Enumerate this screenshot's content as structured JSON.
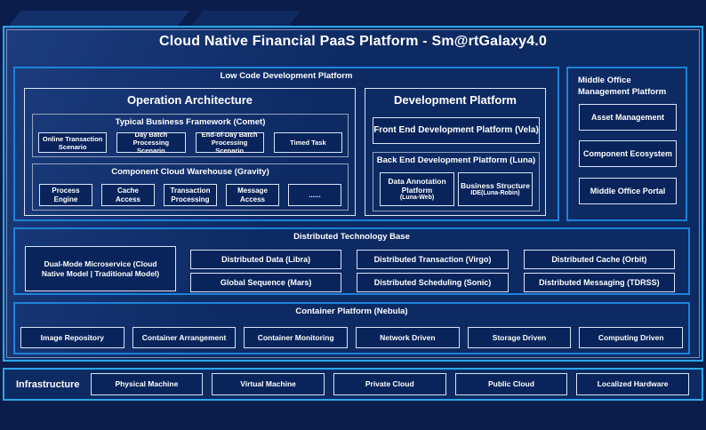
{
  "colors": {
    "background": "#0A1D4B",
    "panel_fill": "#0D2A63",
    "leaf_fill": "#08245B",
    "accent_border": "#2AA7E8",
    "section_border": "#1E82D9",
    "light_border": "#D9E4F4",
    "gray_border": "#93A3BD",
    "text": "#FFFFFF"
  },
  "title": "Cloud Native Financial PaaS Platform - Sm@rtGalaxy4.0",
  "low_code": {
    "label": "Low Code Development Platform",
    "operation_architecture": {
      "title": "Operation Architecture",
      "comet": {
        "title": "Typical Business Framework (Comet)",
        "items": [
          "Online Transaction Scenario",
          "Day Batch Processing Scenario",
          "End-of-Day Batch Processing Scenario",
          "Timed Task"
        ]
      },
      "gravity": {
        "title": "Component Cloud Warehouse (Gravity)",
        "items": [
          "Process Engine",
          "Cache Access",
          "Transaction Processing",
          "Message Access",
          "......"
        ]
      }
    },
    "development_platform": {
      "title": "Development Platform",
      "front_end": "Front End Development Platform (Vela)",
      "back_end": {
        "title": "Back End Development Platform (Luna)",
        "items": [
          {
            "name": "Data Annotation Platform",
            "sub": "(Luna-Web)"
          },
          {
            "name": "Business Structure",
            "sub": "IDE(Luna-Robin)"
          }
        ]
      }
    }
  },
  "middle_office": {
    "label": "Middle Office Management Platform",
    "items": [
      "Asset Management",
      "Component Ecosystem",
      "Middle Office Portal"
    ]
  },
  "distributed": {
    "label": "Distributed Technology Base",
    "dual_mode": "Dual-Mode Microservice (Cloud Native Model | Traditional Model)",
    "items": [
      "Distributed Data (Libra)",
      "Distributed Transaction (Virgo)",
      "Distributed Cache (Orbit)",
      "Global Sequence (Mars)",
      "Distributed Scheduling (Sonic)",
      "Distributed Messaging (TDRSS)"
    ]
  },
  "container_platform": {
    "label": "Container Platform (Nebula)",
    "items": [
      "Image Repository",
      "Container Arrangement",
      "Container Monitoring",
      "Network Driven",
      "Storage Driven",
      "Computing Driven"
    ]
  },
  "infrastructure": {
    "label": "Infrastructure",
    "items": [
      "Physical Machine",
      "Virtual Machine",
      "Private Cloud",
      "Public Cloud",
      "Localized Hardware"
    ]
  }
}
